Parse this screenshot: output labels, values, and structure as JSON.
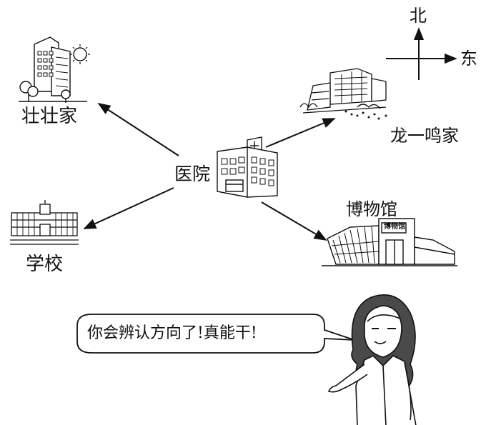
{
  "compass": {
    "north": "北",
    "east": "东"
  },
  "center": {
    "label": "医院"
  },
  "places": {
    "zhuangzhuang_home": "壮壮家",
    "longyiming_home": "龙一鸣家",
    "school": "学校",
    "museum": "博物馆",
    "museum_sign": "博物馆"
  },
  "speech": {
    "text": "你会辨认方向了!真能干!"
  }
}
